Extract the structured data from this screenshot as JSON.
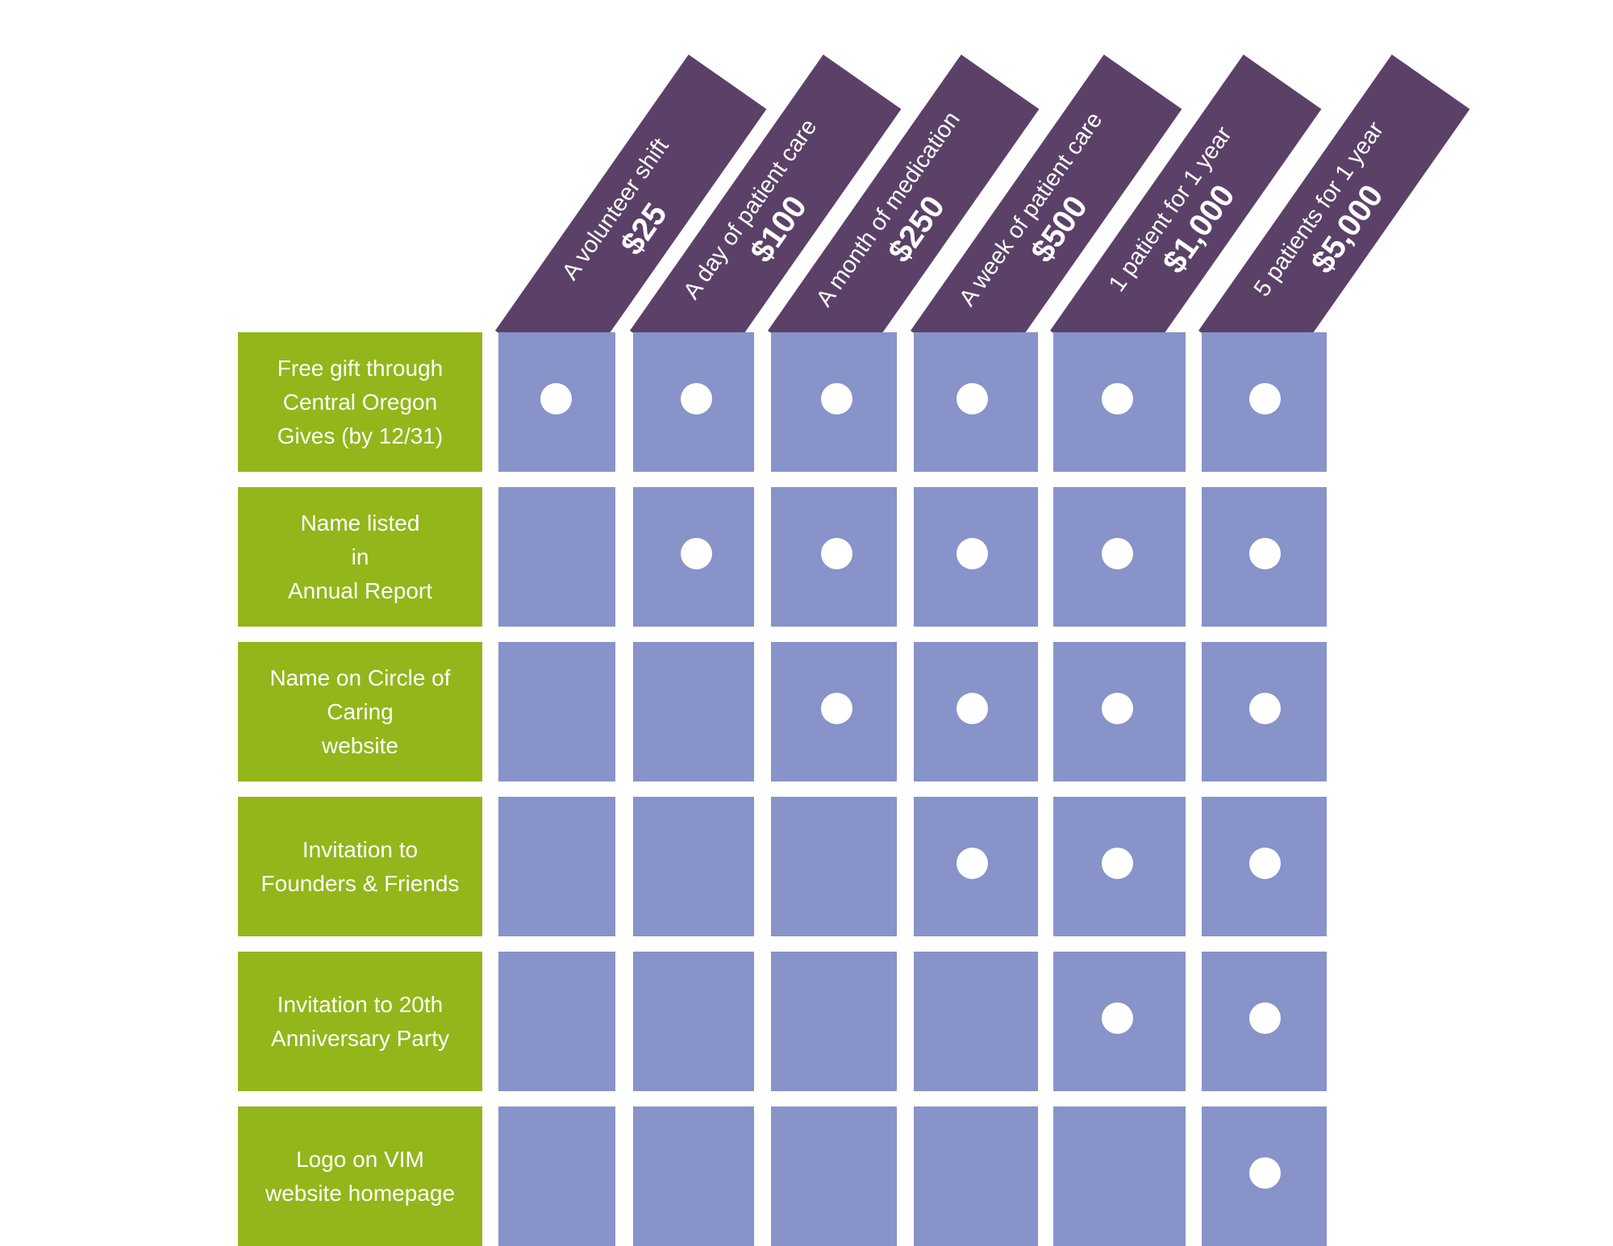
{
  "colors": {
    "header_bg": "#5b4168",
    "row_label_bg": "#93b61a",
    "cell_bg": "#8793c9",
    "dot": "#ffffff"
  },
  "columns": [
    {
      "label": "A volunteer shift",
      "price": "$25"
    },
    {
      "label": "A day of patient care",
      "price": "$100"
    },
    {
      "label": "A month of medication",
      "price": "$250"
    },
    {
      "label": "A week of patient care",
      "price": "$500"
    },
    {
      "label": "1 patient for 1 year",
      "price": "$1,000"
    },
    {
      "label": "5 patients for 1 year",
      "price": "$5,000"
    }
  ],
  "rows": [
    {
      "label": "Free gift through\nCentral Oregon\nGives (by 12/31)",
      "included": [
        true,
        true,
        true,
        true,
        true,
        true
      ]
    },
    {
      "label": "Name listed\nin\nAnnual Report",
      "included": [
        false,
        true,
        true,
        true,
        true,
        true
      ]
    },
    {
      "label": "Name on Circle of\nCaring\nwebsite",
      "included": [
        false,
        false,
        true,
        true,
        true,
        true
      ]
    },
    {
      "label": "Invitation to\nFounders & Friends",
      "included": [
        false,
        false,
        false,
        true,
        true,
        true
      ]
    },
    {
      "label": "Invitation to 20th\nAnniversary Party",
      "included": [
        false,
        false,
        false,
        false,
        true,
        true
      ]
    },
    {
      "label": "Logo on VIM\nwebsite homepage",
      "included": [
        false,
        false,
        false,
        false,
        false,
        true
      ]
    }
  ]
}
